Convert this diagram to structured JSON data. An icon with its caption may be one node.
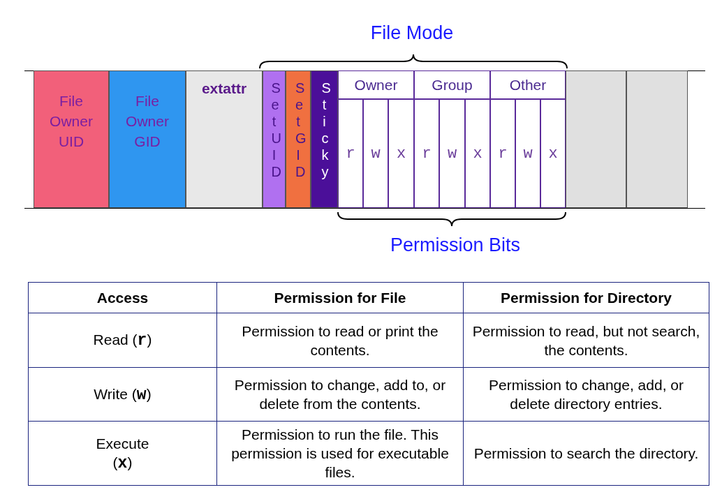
{
  "diagram": {
    "nodes": [
      {
        "text": [
          "File Owner UID"
        ]
      },
      {
        "text": [
          "File Owner GID"
        ]
      },
      {
        "text": [
          "extattr"
        ]
      },
      {
        "text": [
          "SetUID"
        ]
      },
      {
        "text": [
          "SetGID"
        ]
      },
      {
        "text": [
          "Sticky"
        ]
      },
      {
        "text": [
          "Owner"
        ]
      },
      {
        "text": [
          "Group"
        ]
      },
      {
        "text": [
          "Other"
        ]
      },
      {
        "text": [
          "r"
        ]
      },
      {
        "text": [
          "w"
        ]
      },
      {
        "text": [
          "x"
        ]
      },
      {
        "text": [
          "r"
        ]
      },
      {
        "text": [
          "w"
        ]
      },
      {
        "text": [
          "x"
        ]
      },
      {
        "text": [
          "r"
        ]
      },
      {
        "text": [
          "w"
        ]
      },
      {
        "text": [
          "x"
        ]
      },
      {
        "text": [],
        "shape": "box"
      },
      {
        "text": [],
        "shape": "box"
      }
    ],
    "labels": [
      "File Mode",
      "Permission Bits",
      "Access",
      "Permission for File",
      "Permission for Directory",
      "Read (**r**)",
      "Permission to read or print the contents.",
      "Permission to read, but not search, the contents.",
      "Write (**w**)",
      "Permission to change, add to, or delete from the contents.",
      "Permission to change, add, or delete directory entries.",
      "Execute (**x**)",
      "Permission to run the file. This permission is used for executable files.",
      "Permission to search the directory."
    ]
  }
}
